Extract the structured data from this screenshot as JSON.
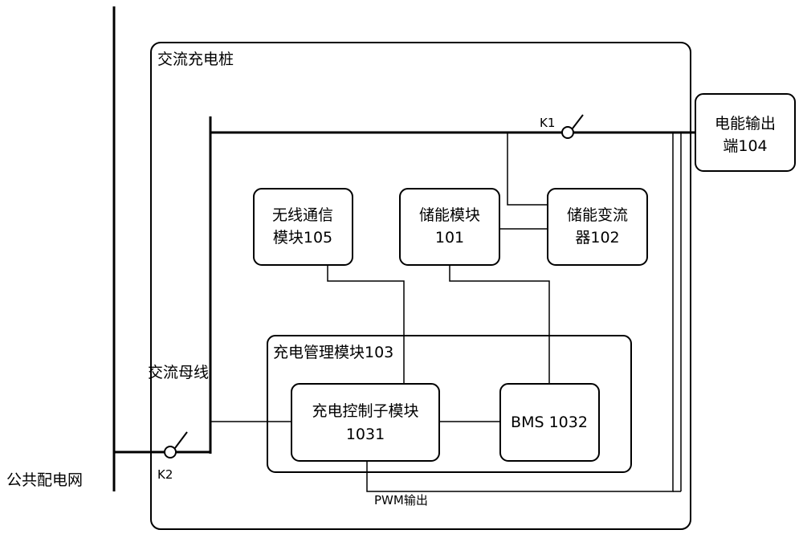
{
  "grid_label": "公共配电网",
  "ac_bus_label": "交流母线",
  "charging_pile": {
    "label": "交流充电桩"
  },
  "switch_k1": "K1",
  "switch_k2": "K2",
  "output_terminal": {
    "line1": "电能输出",
    "line2": "端104"
  },
  "wireless_module": {
    "line1": "无线通信",
    "line2": "模块105"
  },
  "storage_module": {
    "line1": "储能模块",
    "line2": "101"
  },
  "storage_converter": {
    "line1": "储能变流",
    "line2": "器102"
  },
  "charge_mgmt_module": {
    "label": "充电管理模块103"
  },
  "charge_control_submodule": {
    "line1": "充电控制子模块",
    "line2": "1031"
  },
  "bms": {
    "label": "BMS 1032"
  },
  "pwm_output_label": "PWM输出"
}
